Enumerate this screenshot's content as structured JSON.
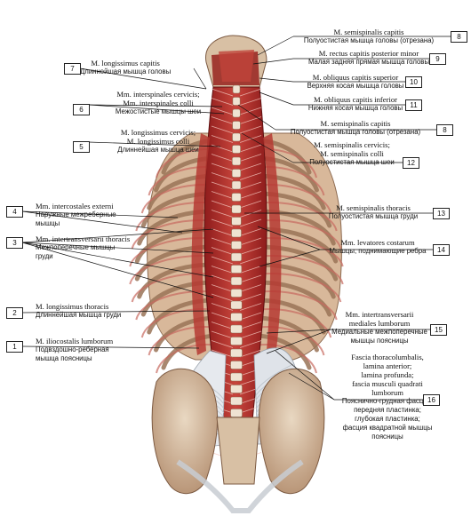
{
  "labels": [
    {
      "num": "1",
      "lat": "M. iliocostalis lumborum",
      "ru": "Подвздошно-реберная мышца поясницы"
    },
    {
      "num": "2",
      "lat": "M. longissimus thoracis",
      "ru": "Длиннейшая мышца груди"
    },
    {
      "num": "3",
      "lat": "Mm. intertransversarii thoracis",
      "ru": "Межпоперечные мышцы груди"
    },
    {
      "num": "4",
      "lat": "Mm. intercostales externi",
      "ru": "Наружные межреберные мышцы"
    },
    {
      "num": "5",
      "lat": "M. longissimus cervicis; M. longissimus colli",
      "ru": "Длиннейшая мышца шеи"
    },
    {
      "num": "6",
      "lat": "Mm. interspinales cervicis; Mm. interspinales colli",
      "ru": "Межостистые мышцы шеи"
    },
    {
      "num": "7",
      "lat": "M. longissimus capitis",
      "ru": "Длиннейшая мышца головы"
    },
    {
      "num": "8",
      "lat": "M. semispinalis capitis",
      "ru": "Полуостистая мышца головы (отрезана)"
    },
    {
      "num": "9",
      "lat": "M. rectus capitis posterior minor",
      "ru": "Малая задняя прямая мышца головы"
    },
    {
      "num": "10",
      "lat": "M. obliquus capitis superior",
      "ru": "Верхняя косая мышца головы"
    },
    {
      "num": "11",
      "lat": "M. obliquus capitis inferior",
      "ru": "Нижняя косая мышца головы"
    },
    {
      "num": "8",
      "lat": "M. semispinalis capitis",
      "ru": "Полуостистая мышца головы (отрезана)"
    },
    {
      "num": "12",
      "lat": "M. semispinalis cervicis; M. semispinalis colli",
      "ru": "Полуостистая мышца шеи"
    },
    {
      "num": "13",
      "lat": "M. semispinalis thoracis",
      "ru": "Полуостистая мышца груди"
    },
    {
      "num": "14",
      "lat": "Mm. levatores costarum",
      "ru": "Мышцы, поднимающие ребра"
    },
    {
      "num": "15",
      "lat": "Mm. intertransversarii mediales lumborum",
      "ru": "Медиальные межпоперечные мышцы поясницы"
    },
    {
      "num": "16",
      "lat": "Fascia thoracolumbalis, lamina anterior; lamina profunda; fascia musculi quadrati lumborum",
      "ru": "Пояснично-грудная фасция, передняя пластинка; глубокая пластинка; фасция квадратной мышцы поясницы"
    }
  ]
}
